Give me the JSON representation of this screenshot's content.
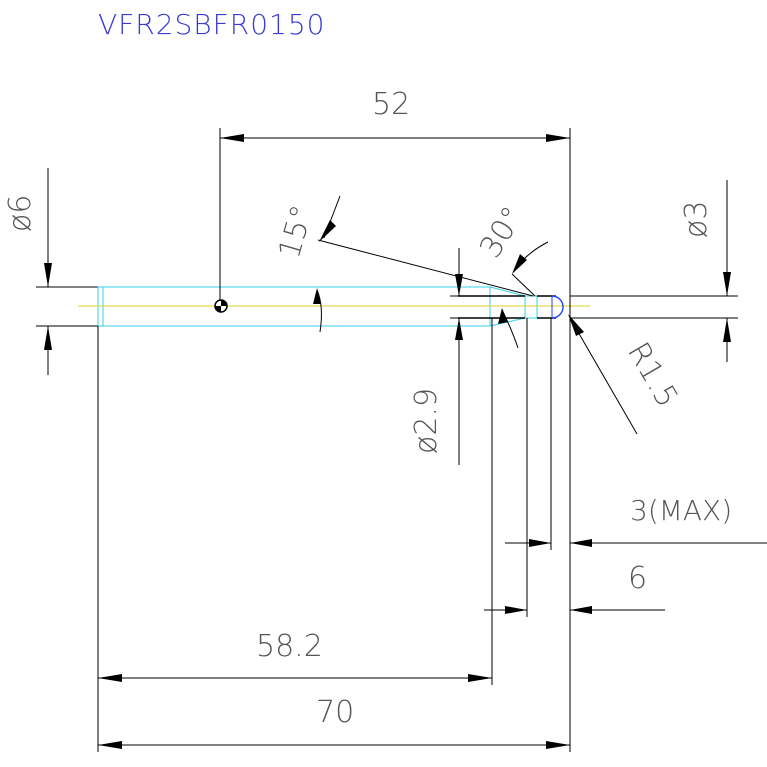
{
  "title": "VFR2SBFR0150",
  "dimensions": {
    "overall_length": "70",
    "flute_length": "58.2",
    "reference_length": "52",
    "shank_dia": "ø6",
    "tip_dia": "ø3",
    "neck_dia": "ø2.9",
    "corner_radius": "R1.5",
    "taper_angle": "15°",
    "tip_angle": "30°",
    "max_length": "3(MAX)",
    "neck_length": "6"
  },
  "colors": {
    "title": "#3a3ad8",
    "dimension_text": "#555555",
    "outline": "#000000",
    "hidden_lines": "#33d0e8",
    "centerline": "#e0d020",
    "tip_arc": "#2040ff"
  }
}
